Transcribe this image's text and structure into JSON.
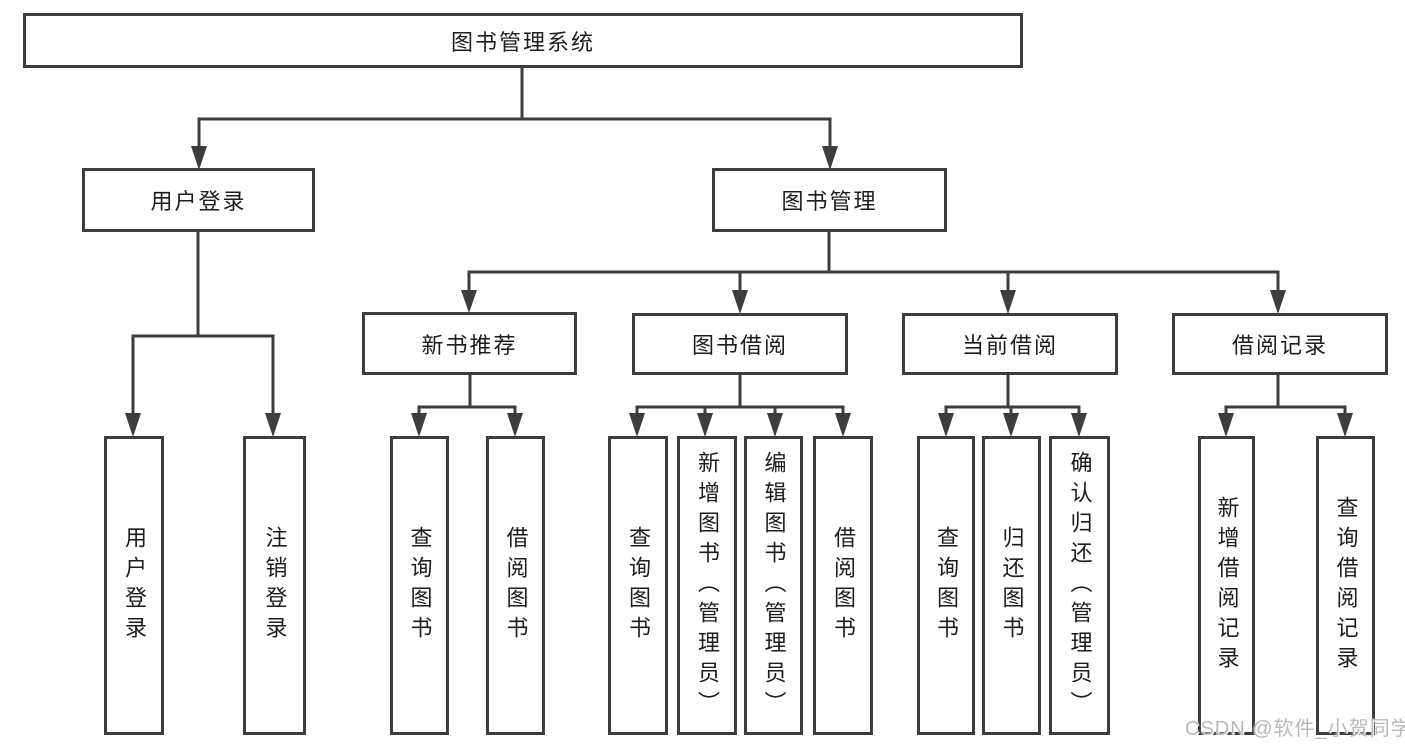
{
  "tree": {
    "root": {
      "label": "图书管理系统",
      "children": [
        {
          "label": "用户登录",
          "children": [
            {
              "label": "用户登录"
            },
            {
              "label": "注销登录"
            }
          ]
        },
        {
          "label": "图书管理",
          "children": [
            {
              "label": "新书推荐",
              "children": [
                {
                  "label": "查询图书"
                },
                {
                  "label": "借阅图书"
                }
              ]
            },
            {
              "label": "图书借阅",
              "children": [
                {
                  "label": "查询图书"
                },
                {
                  "label": "新增图书（管理员）"
                },
                {
                  "label": "编辑图书（管理员）"
                },
                {
                  "label": "借阅图书"
                }
              ]
            },
            {
              "label": "当前借阅",
              "children": [
                {
                  "label": "查询图书"
                },
                {
                  "label": "归还图书"
                },
                {
                  "label": "确认归还（管理员）"
                }
              ]
            },
            {
              "label": "借阅记录",
              "children": [
                {
                  "label": "新增借阅记录"
                },
                {
                  "label": "查询借阅记录"
                }
              ]
            }
          ]
        }
      ]
    }
  },
  "watermark": {
    "text": "CSDN @软件_小贺同学"
  },
  "colors": {
    "line": "#3d3d3d",
    "text": "#1d1d1d",
    "watermark": "#b9b9b9",
    "background": "#ffffff"
  }
}
